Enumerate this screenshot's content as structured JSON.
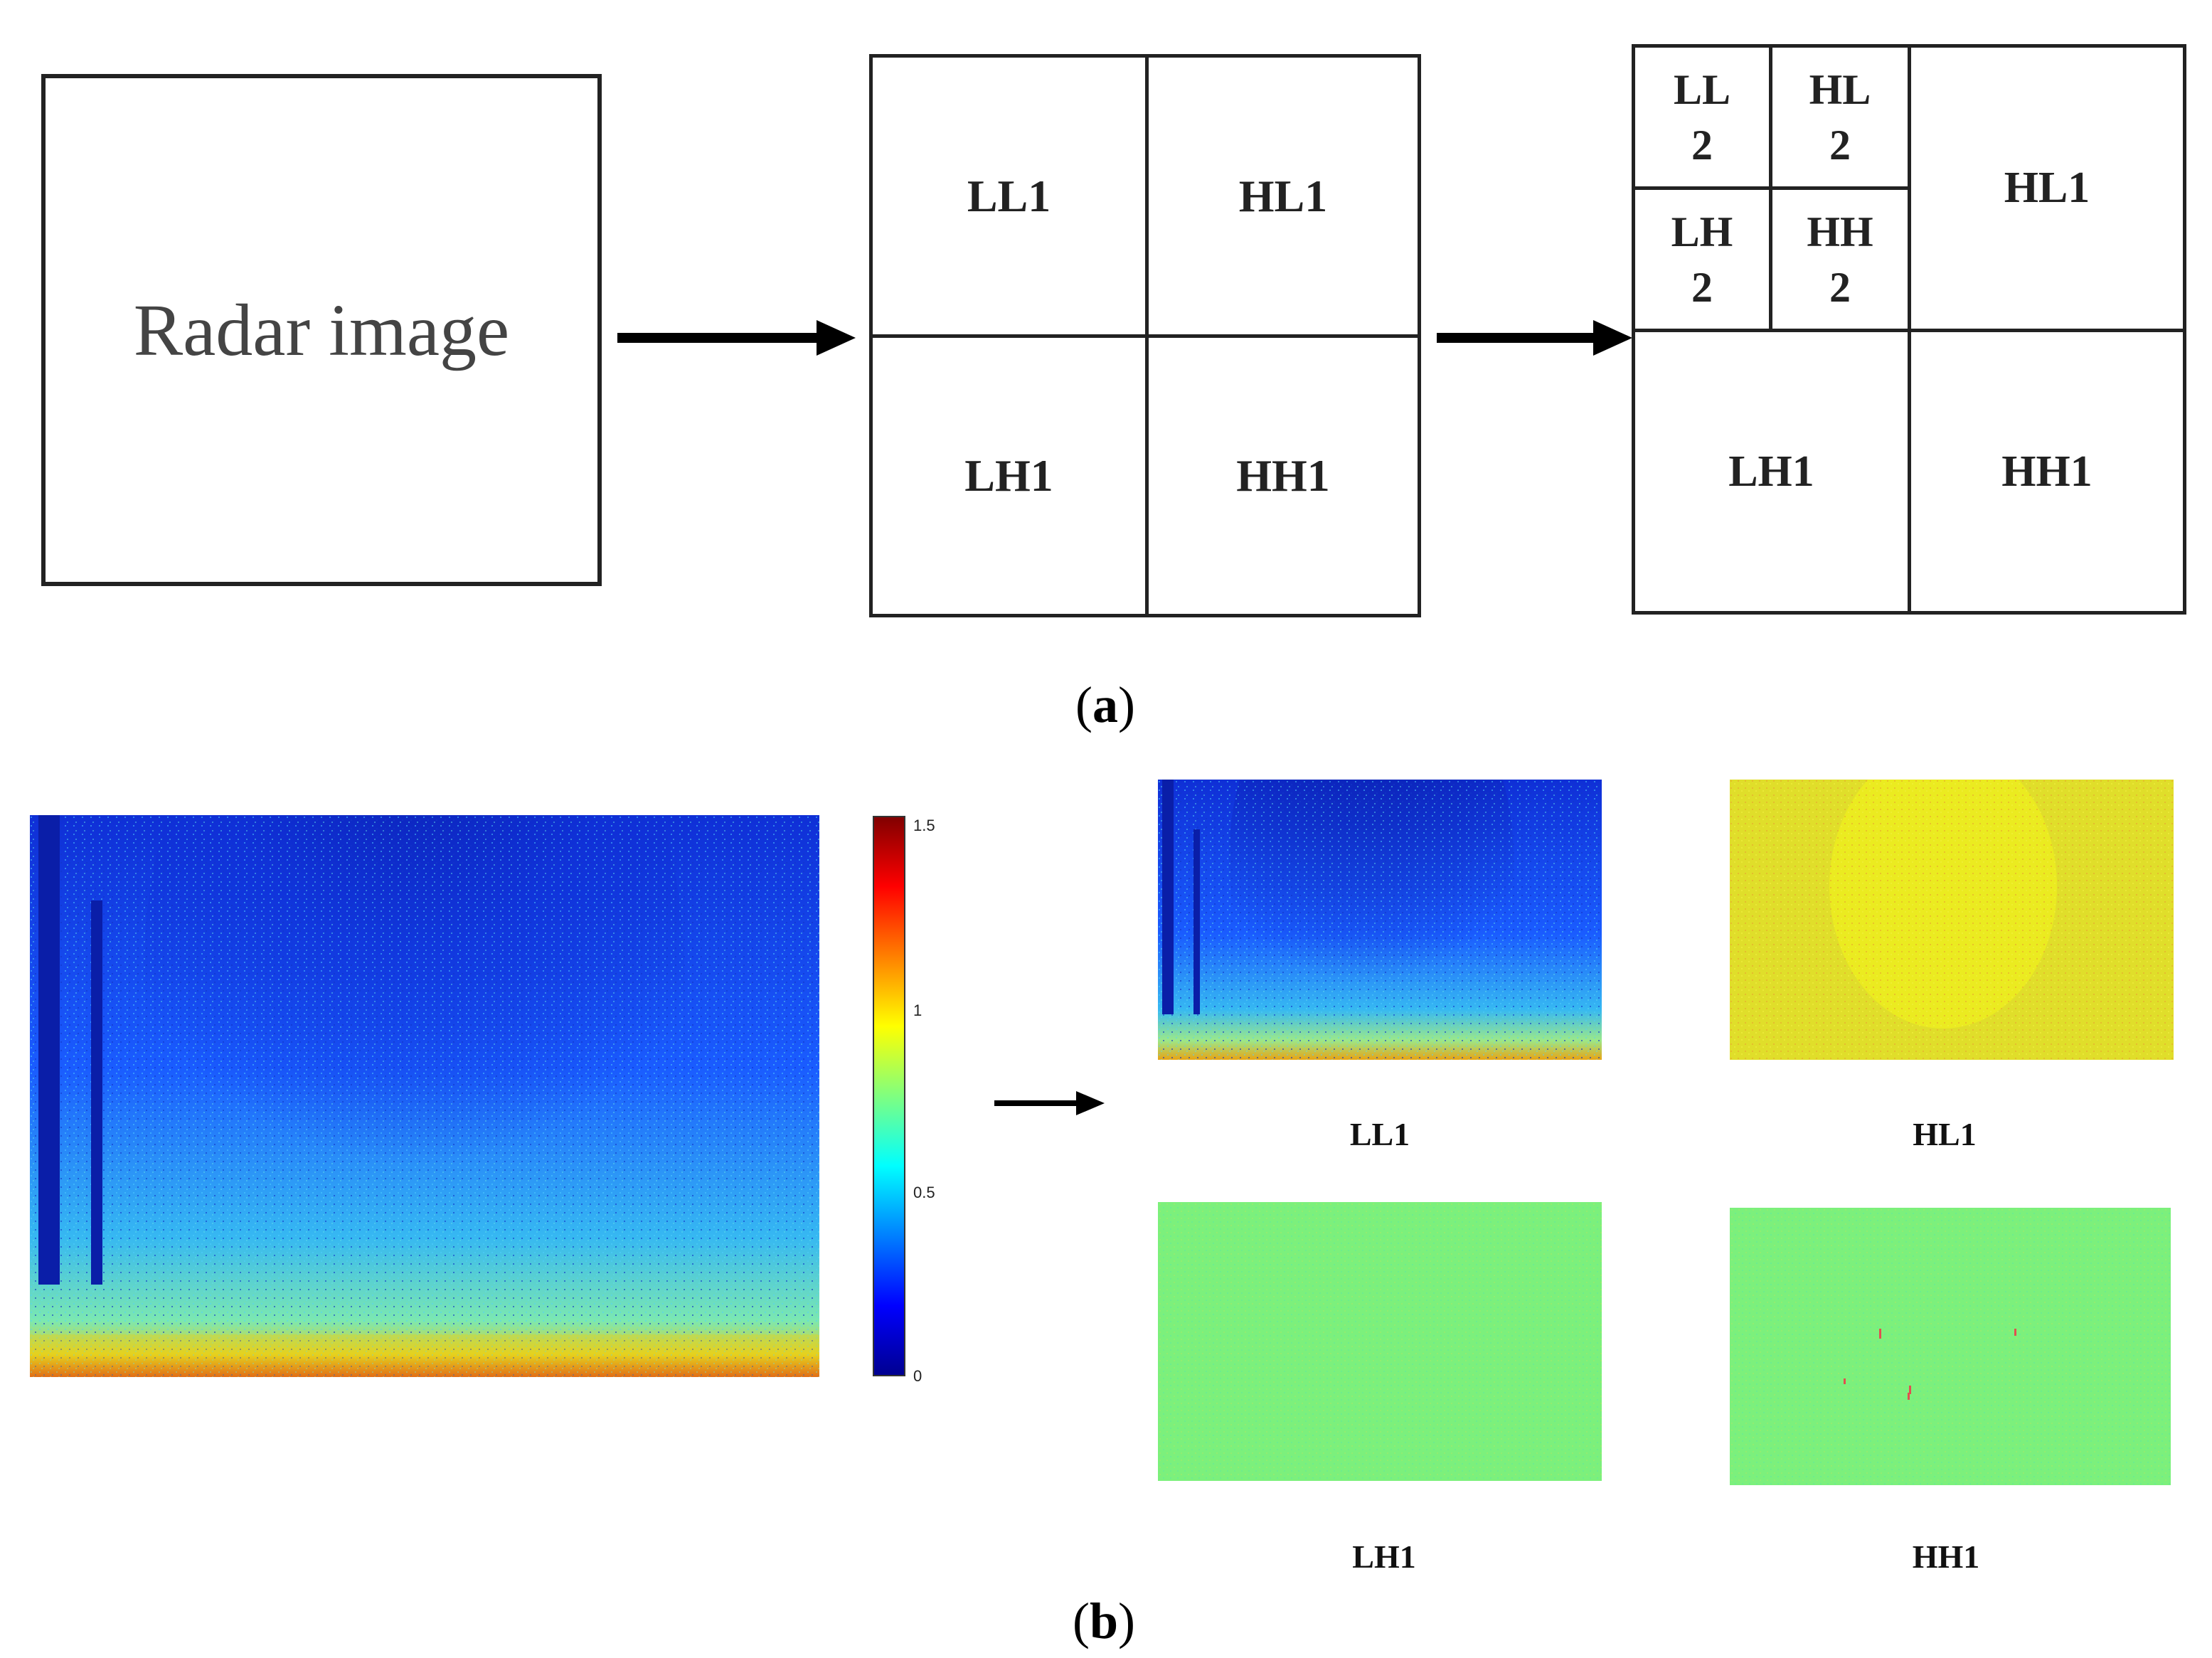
{
  "part_a": {
    "input_label": "Radar image",
    "level1": {
      "ll": "LL1",
      "hl": "HL1",
      "lh": "LH1",
      "hh": "HH1"
    },
    "level2": {
      "ll2_top": "LL",
      "ll2_bottom": "2",
      "hl2_top": "HL",
      "hl2_bottom": "2",
      "lh2_top": "LH",
      "lh2_bottom": "2",
      "hh2_top": "HH",
      "hh2_bottom": "2",
      "hl1": "HL1",
      "lh1": "LH1",
      "hh1": "HH1"
    },
    "caption_open": "(",
    "caption_letter": "a",
    "caption_close": ")"
  },
  "part_b": {
    "colorbar_ticks": [
      "1.5",
      "1",
      "0.5",
      "0"
    ],
    "subband_labels": {
      "ll1": "LL1",
      "hl1": "HL1",
      "lh1": "LH1",
      "hh1": "HH1"
    },
    "caption_open": "(",
    "caption_letter": "b",
    "caption_close": ")"
  },
  "colors": {
    "low": "#0a1ea8",
    "mid_blue": "#1a5cff",
    "cyan": "#33d6ee",
    "green": "#7cf07c",
    "yellow": "#e6e61e",
    "orange": "#f58a14",
    "red": "#c81414",
    "dark_red": "#7a0a0a"
  }
}
